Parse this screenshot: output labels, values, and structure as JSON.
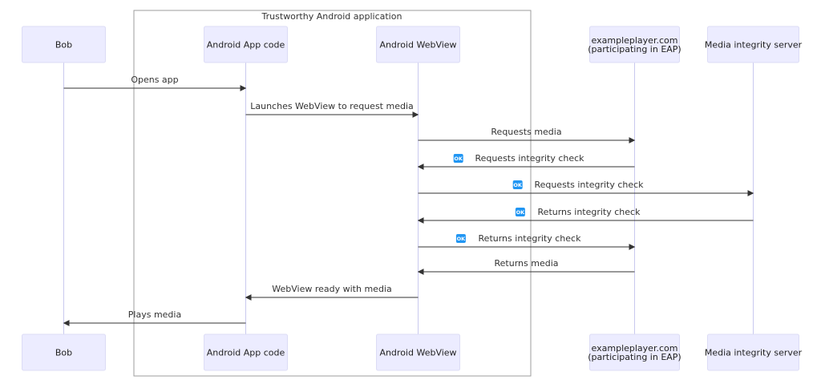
{
  "group": {
    "label": "Trustworthy Android application"
  },
  "participants": [
    {
      "id": "bob",
      "label": [
        "Bob"
      ]
    },
    {
      "id": "app",
      "label": [
        "Android App code"
      ]
    },
    {
      "id": "webview",
      "label": [
        "Android WebView"
      ]
    },
    {
      "id": "site",
      "label": [
        "exampleplayer.com",
        "(participating in EAP)"
      ]
    },
    {
      "id": "server",
      "label": [
        "Media integrity server"
      ]
    }
  ],
  "messages": [
    {
      "from": "bob",
      "to": "app",
      "text": "Opens app",
      "badge": ""
    },
    {
      "from": "app",
      "to": "webview",
      "text": "Launches WebView to request media",
      "badge": ""
    },
    {
      "from": "webview",
      "to": "site",
      "text": "Requests media",
      "badge": ""
    },
    {
      "from": "site",
      "to": "webview",
      "text": "Requests integrity check",
      "badge": "OK"
    },
    {
      "from": "webview",
      "to": "server",
      "text": "Requests integrity check",
      "badge": "OK"
    },
    {
      "from": "server",
      "to": "webview",
      "text": "Returns integrity check",
      "badge": "OK"
    },
    {
      "from": "webview",
      "to": "site",
      "text": "Returns integrity check",
      "badge": "OK"
    },
    {
      "from": "site",
      "to": "webview",
      "text": "Returns media",
      "badge": ""
    },
    {
      "from": "webview",
      "to": "app",
      "text": "WebView ready with media",
      "badge": ""
    },
    {
      "from": "app",
      "to": "bob",
      "text": "Plays media",
      "badge": ""
    }
  ],
  "colors": {
    "actor_fill": "#ececff",
    "actor_border": "#dcdcf5",
    "lifeline": "#c9c9ef",
    "group_border": "#9e9e9e",
    "arrow": "#333333",
    "badge": "#2196f3"
  },
  "icons": {
    "badge": "ok-emoji-icon"
  }
}
